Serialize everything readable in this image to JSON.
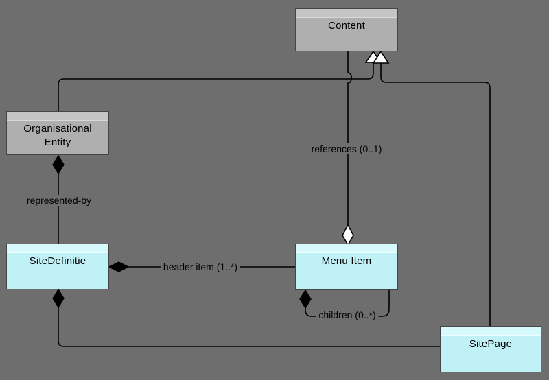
{
  "diagram": {
    "kind": "uml-class-diagram",
    "colors": {
      "background": "#6e6e6e",
      "gray_node_header": "#c5c5c5",
      "gray_node_body": "#afafaf",
      "cyan_node_header": "#d7f9fc",
      "cyan_node_body": "#c0f1f7",
      "line": "#000000"
    },
    "nodes": {
      "content": {
        "label": "Content",
        "style": "gray"
      },
      "organisational_entity": {
        "label": "Organisational Entity",
        "style": "gray"
      },
      "sitedefinitie": {
        "label": "SiteDefinitie",
        "style": "cyan"
      },
      "menu_item": {
        "label": "Menu Item",
        "style": "cyan"
      },
      "sitepage": {
        "label": "SitePage",
        "style": "cyan"
      }
    },
    "edges": {
      "references": {
        "label": "references (0..1)",
        "type": "aggregation-open-diamond",
        "from": "content",
        "to": "menu_item"
      },
      "represented_by": {
        "label": "represented-by",
        "type": "composition-filled-diamond",
        "from": "organisational_entity",
        "to": "sitedefinitie"
      },
      "header_item": {
        "label": "header item (1..*)",
        "type": "composition-filled-diamond",
        "from": "sitedefinitie",
        "to": "menu_item"
      },
      "children": {
        "label": "children (0..*)",
        "type": "composition-filled-diamond-self-loop",
        "from": "menu_item",
        "to": "menu_item"
      },
      "oe_generalization": {
        "label": "",
        "type": "generalization-triangle",
        "from": "organisational_entity",
        "to": "content"
      },
      "sitepage_generalization": {
        "label": "",
        "type": "generalization-triangle",
        "from": "sitepage",
        "to": "content"
      },
      "sitedefinitie_sitepage": {
        "label": "",
        "type": "composition-filled-diamond",
        "from": "sitedefinitie",
        "to": "sitepage"
      }
    }
  }
}
